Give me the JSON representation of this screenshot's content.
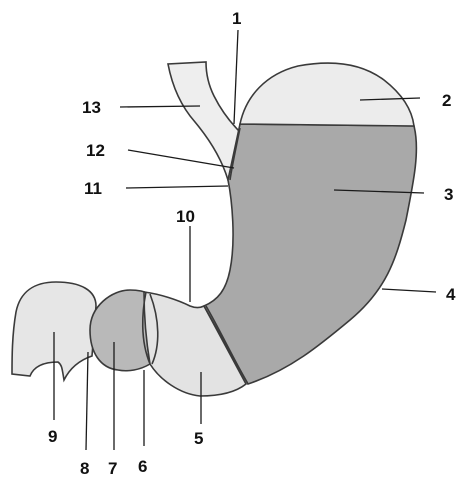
{
  "labels": [
    {
      "id": "1",
      "text": "1"
    },
    {
      "id": "2",
      "text": "2"
    },
    {
      "id": "3",
      "text": "3"
    },
    {
      "id": "4",
      "text": "4"
    },
    {
      "id": "5",
      "text": "5"
    },
    {
      "id": "6",
      "text": "6"
    },
    {
      "id": "7",
      "text": "7"
    },
    {
      "id": "8",
      "text": "8"
    },
    {
      "id": "9",
      "text": "9"
    },
    {
      "id": "10",
      "text": "10"
    },
    {
      "id": "11",
      "text": "11"
    },
    {
      "id": "12",
      "text": "12"
    },
    {
      "id": "13",
      "text": "13"
    }
  ],
  "colors": {
    "esophagus": "#eeeeee",
    "fundus": "#ececec",
    "body": "#a9a9a9",
    "pylorus": "#e3e3e3",
    "duodenum_bulb": "#b9b9b9",
    "duodenum": "#e6e6e6",
    "outline": "#3a3a3a"
  }
}
